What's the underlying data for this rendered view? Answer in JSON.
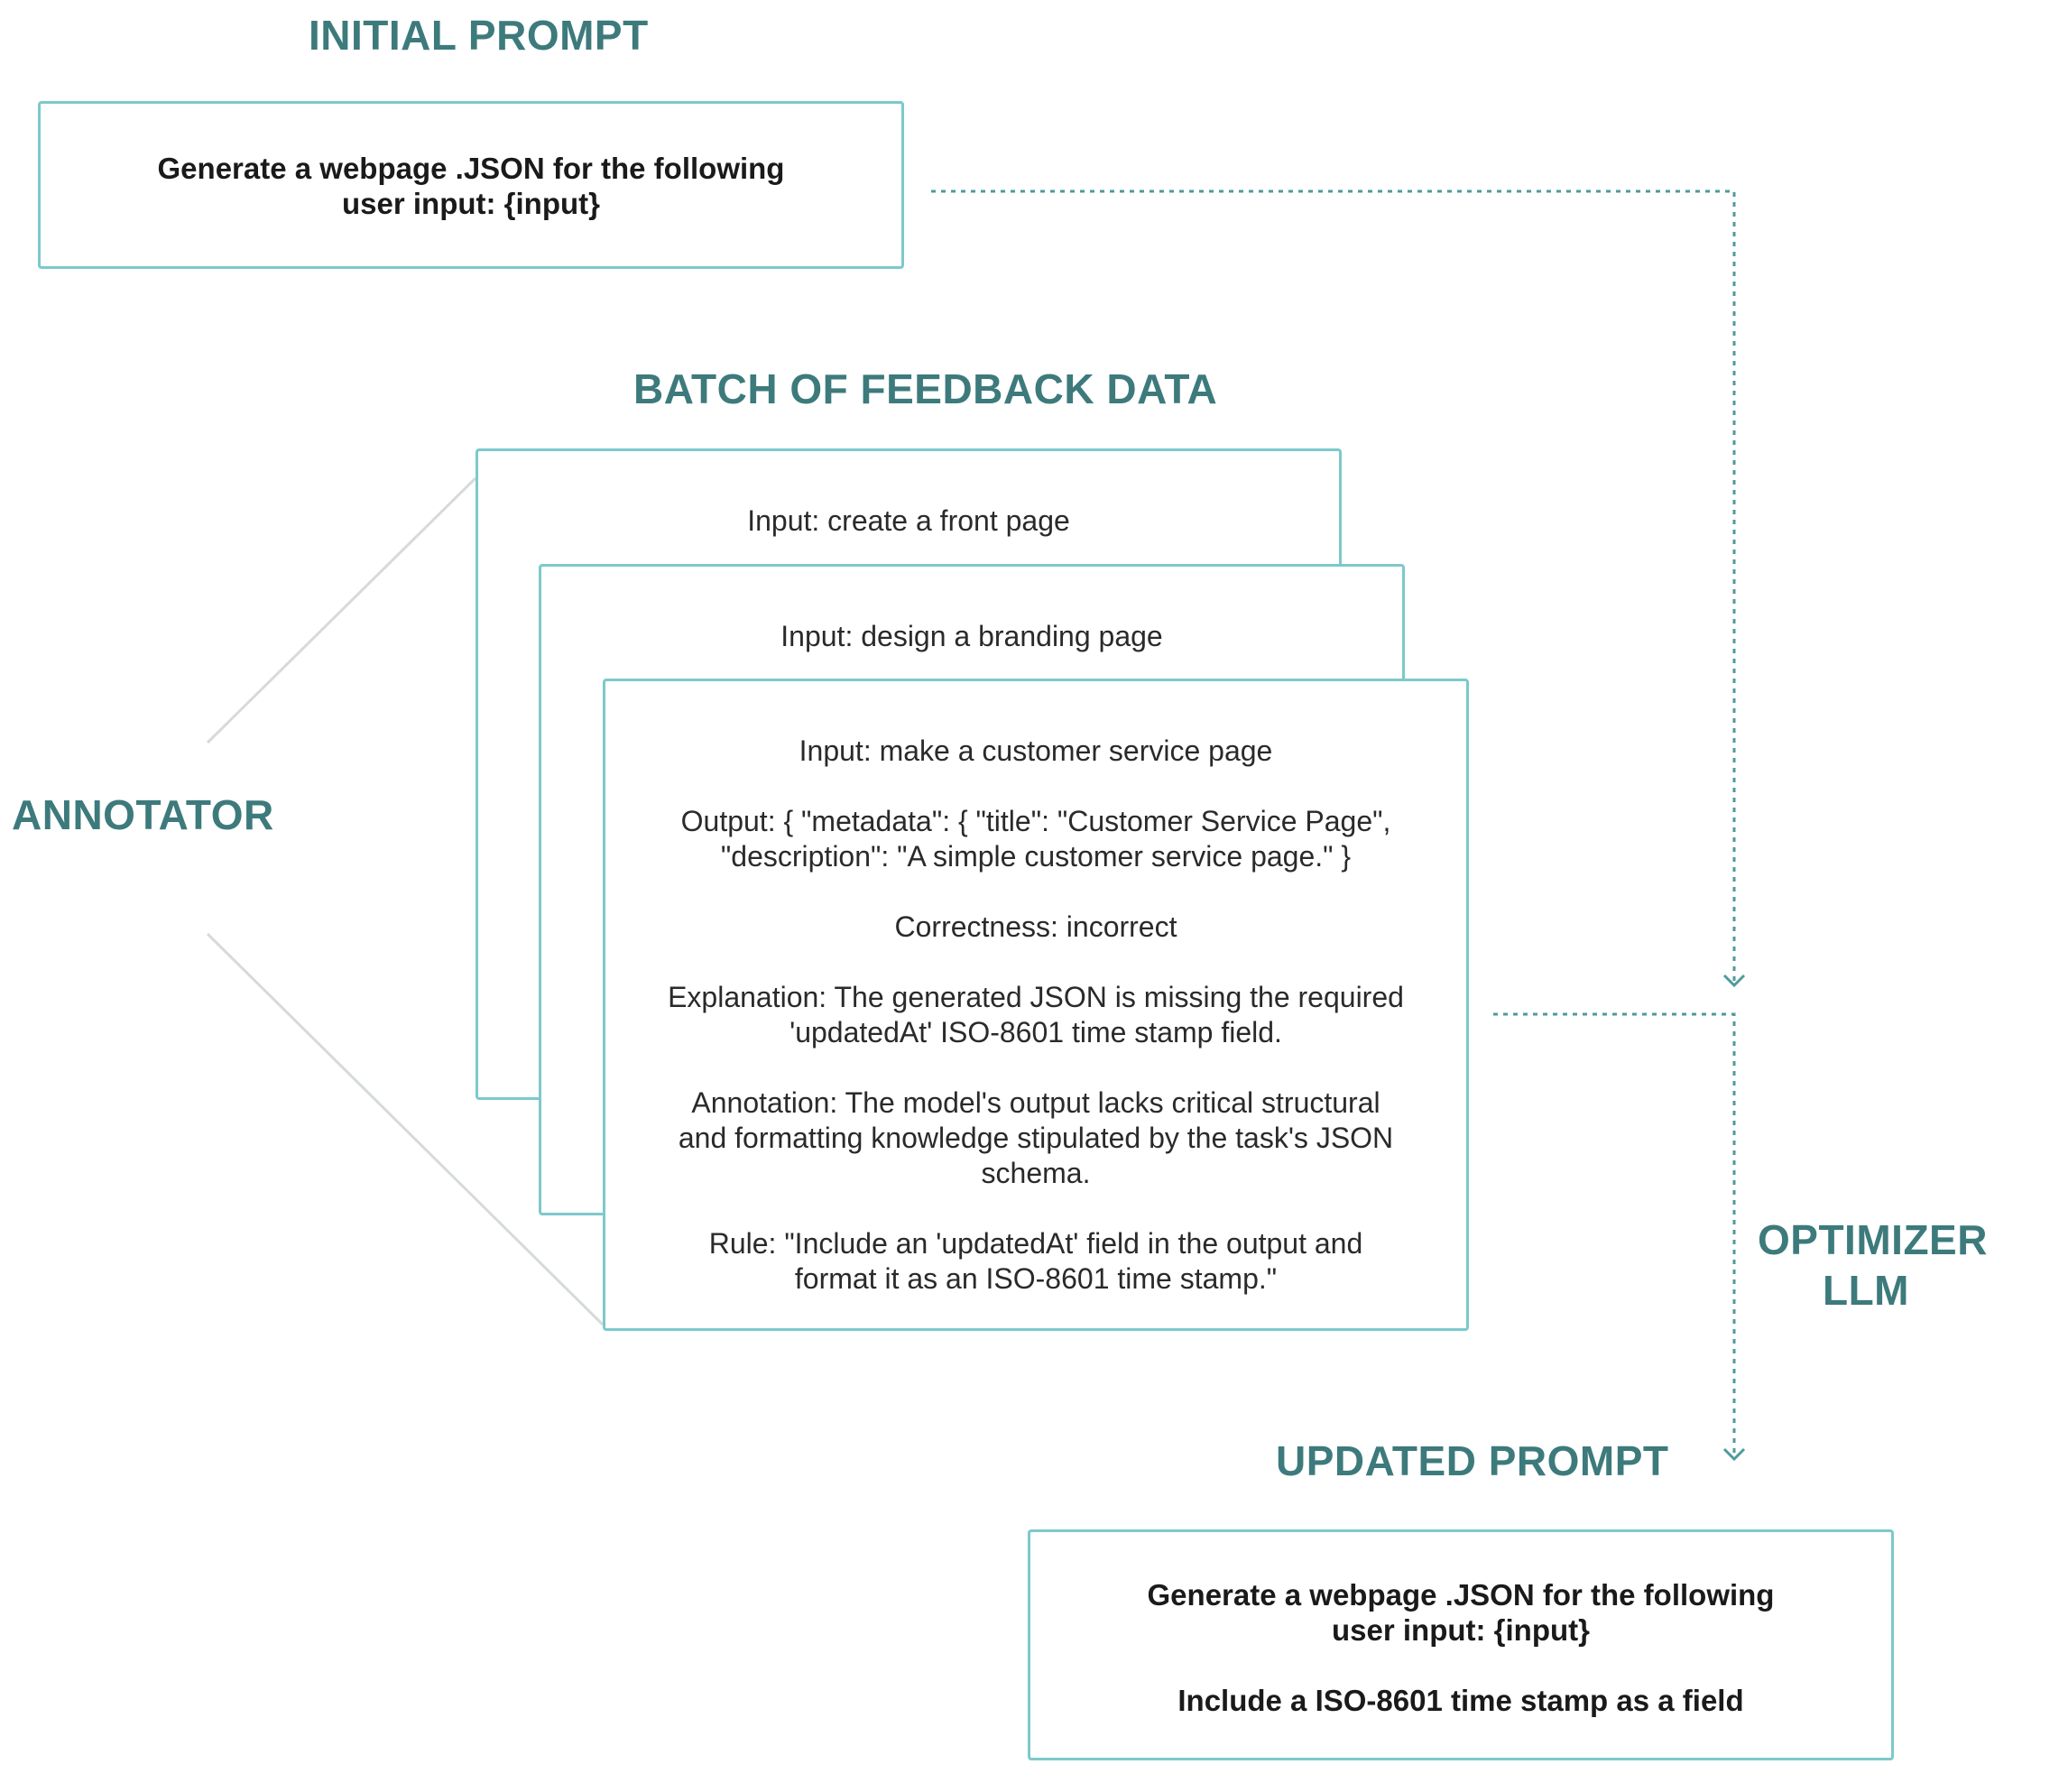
{
  "labels": {
    "initial_prompt": "INITIAL PROMPT",
    "batch_feedback": "BATCH OF FEEDBACK DATA",
    "annotator": "ANNOTATOR",
    "optimizer_line1": "OPTIMIZER",
    "optimizer_line2": "LLM",
    "updated_prompt": "UPDATED PROMPT"
  },
  "initial_prompt": {
    "line1": "Generate a webpage .JSON for the following",
    "line2": "user input: {input}"
  },
  "feedback_cards": [
    {
      "input": "Input: create a front page"
    },
    {
      "input": "Input: design a branding page"
    },
    {
      "input": "Input: make a customer service page",
      "output_line1": "Output: { \"metadata\": { \"title\": \"Customer Service Page\",",
      "output_line2": "\"description\": \"A simple customer service page.\" }",
      "correctness": "Correctness: incorrect",
      "explanation_line1": "Explanation: The generated JSON is missing the required",
      "explanation_line2": "'updatedAt' ISO-8601 time stamp field.",
      "annotation_line1": "Annotation: The model's output lacks critical structural",
      "annotation_line2": "and formatting knowledge stipulated by the task's JSON",
      "annotation_line3": "schema.",
      "rule_line1": "Rule: \"Include an 'updatedAt' field in the output and",
      "rule_line2": "format it as an ISO-8601 time stamp.\""
    }
  ],
  "updated_prompt": {
    "line1": "Generate a webpage .JSON for the following",
    "line2": "user input: {input}",
    "line3": "Include a ISO-8601 time stamp as a field"
  },
  "colors": {
    "heading": "#3d7a7c",
    "box_border": "#7cc9cb",
    "dotted_connector": "#4f9a9c",
    "annotator_lines": "#d6dada"
  }
}
